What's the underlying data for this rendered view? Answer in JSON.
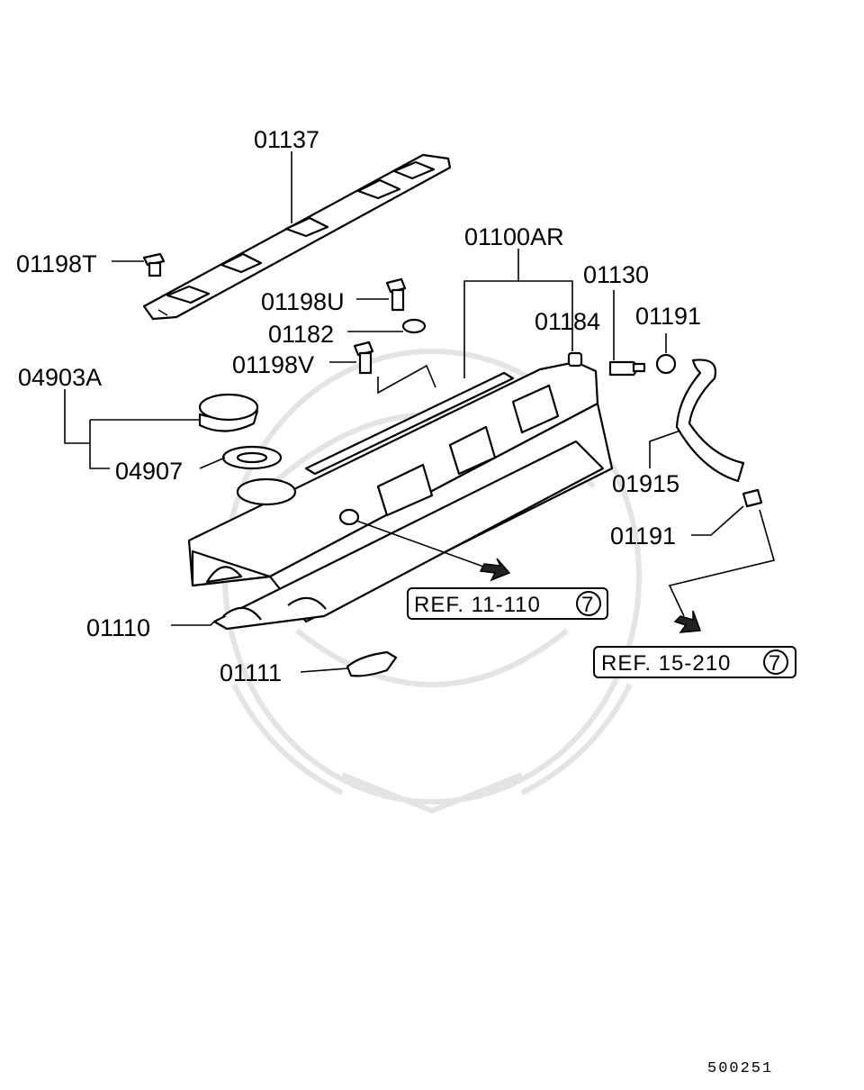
{
  "labels": {
    "p01137": "01137",
    "p01198T": "01198T",
    "p01100AR": "01100AR",
    "p01130": "01130",
    "p01198U": "01198U",
    "p01184": "01184",
    "p01191a": "01191",
    "p01182": "01182",
    "p01198V": "01198V",
    "p04903A": "04903A",
    "p04907": "04907",
    "p01915": "01915",
    "p01191b": "01191",
    "p01110": "01110",
    "p01111": "01111"
  },
  "refs": {
    "ref1_text": "REF. 11-110",
    "ref1_num": "7",
    "ref2_text": "REF. 15-210",
    "ref2_num": "7"
  },
  "figure_number": "500251"
}
